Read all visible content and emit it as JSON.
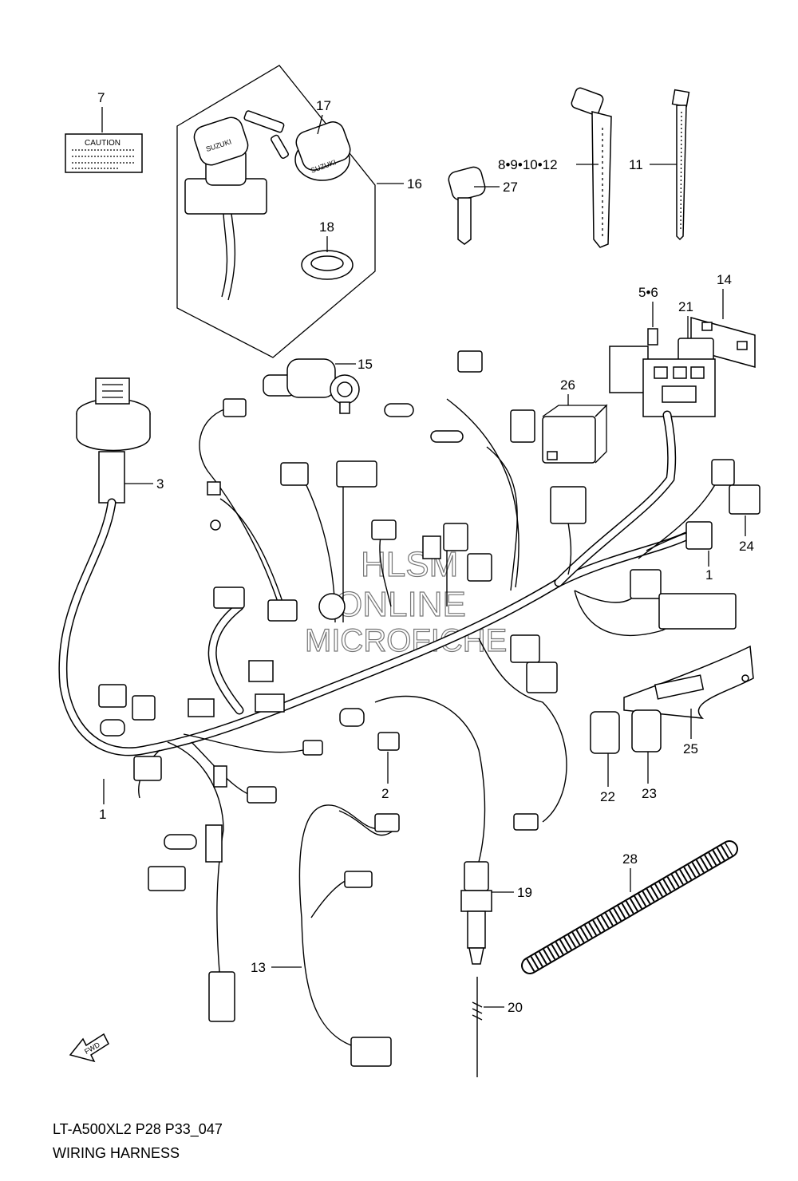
{
  "diagram": {
    "caution_label": "CAUTION",
    "key_brand": "SUZUKI",
    "fwd_label": "FWD",
    "watermark": [
      "HLSM",
      "ONLINE",
      "MICROFICHE"
    ],
    "callouts": {
      "c7": "7",
      "c17": "17",
      "c16": "16",
      "c18": "18",
      "c27": "27",
      "c8_9_10_12": "8•9•10•12",
      "c11": "11",
      "c14": "14",
      "c5_6": "5•6",
      "c21": "21",
      "c15": "15",
      "c26": "26",
      "c3": "3",
      "c24": "24",
      "c1a": "1",
      "c1b": "1",
      "c25": "25",
      "c22": "22",
      "c23": "23",
      "c2": "2",
      "c28": "28",
      "c19": "19",
      "c13": "13",
      "c20": "20"
    }
  },
  "footer": {
    "model_code": "LT-A500XL2 P28 P33_047",
    "title": "WIRING HARNESS"
  }
}
